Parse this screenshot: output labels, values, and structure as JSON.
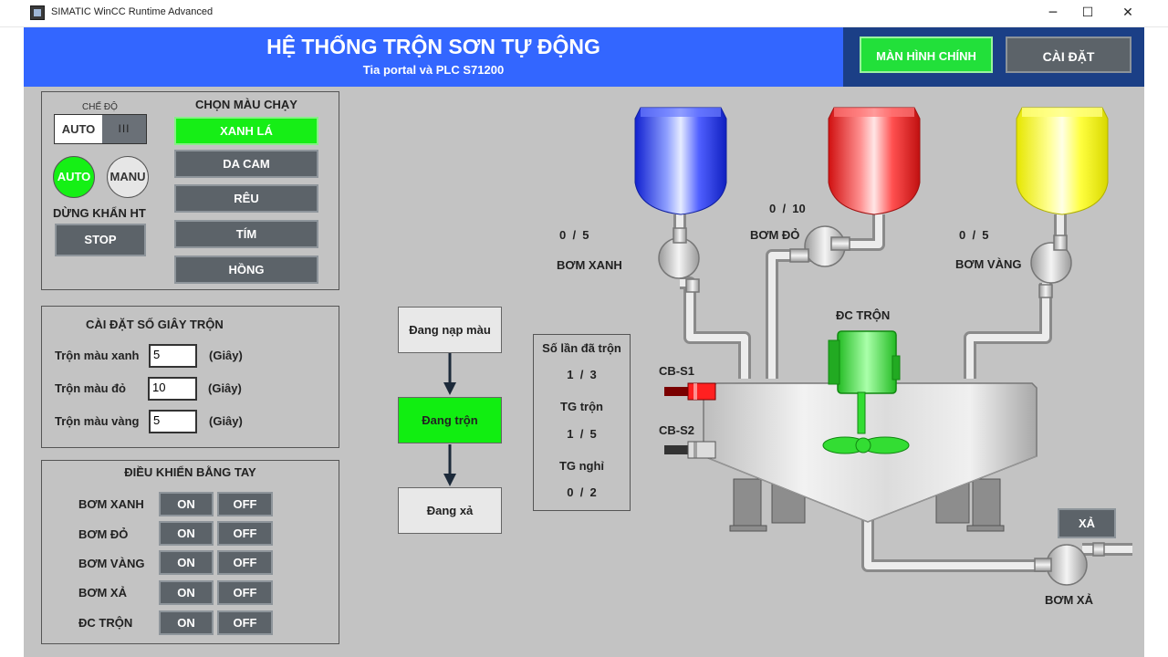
{
  "window": {
    "title": "SIMATIC WinCC Runtime Advanced",
    "minimize": "─",
    "maximize": "☐",
    "close": "✕"
  },
  "header": {
    "title": "HỆ THỐNG TRỘN SƠN TỰ ĐỘNG",
    "subtitle": "Tia portal và PLC S71200",
    "nav_main": "MÀN HÌNH CHÍNH",
    "nav_settings": "CÀI ĐẶT"
  },
  "mode_panel": {
    "mode_label": "CHẾ ĐỘ",
    "auto_switch": "AUTO",
    "switch_handle": "III",
    "auto_lamp": "AUTO",
    "manu_lamp": "MANU",
    "estop_label": "DỪNG KHẨN HT",
    "stop_button": "STOP",
    "color_title": "CHỌN MÀU CHẠY",
    "colors": [
      "XANH LÁ",
      "DA CAM",
      "RÊU",
      "TÍM",
      "HỒNG"
    ],
    "selected_color": "XANH LÁ"
  },
  "mix_time_panel": {
    "title": "CÀI ĐẶT SỐ GIÂY TRỘN",
    "unit": "(Giây)",
    "rows": [
      {
        "label": "Trộn màu xanh",
        "value": "5"
      },
      {
        "label": "Trộn màu đỏ",
        "value": "10"
      },
      {
        "label": "Trộn màu vàng",
        "value": "5"
      }
    ]
  },
  "manual_panel": {
    "title": "ĐIỀU KHIỂN BẰNG TAY",
    "on_label": "ON",
    "off_label": "OFF",
    "rows": [
      "BƠM XANH",
      "BƠM ĐỎ",
      "BƠM VÀNG",
      "BƠM XẢ",
      "ĐC TRỘN"
    ]
  },
  "process_flow": {
    "steps": [
      "Đang nạp màu",
      "Đang trộn",
      "Đang xả"
    ],
    "active_step": "Đang trộn"
  },
  "status_panel": {
    "count_label": "Số lần đã trộn",
    "count_value": "1  /  3",
    "mix_time_label": "TG trộn",
    "mix_time_value": "1  /  5",
    "rest_time_label": "TG nghỉ",
    "rest_time_value": "0  /  2"
  },
  "plant": {
    "pump_blue": {
      "label": "BƠM XANH",
      "counter": "0  /  5"
    },
    "pump_red": {
      "label": "BƠM ĐỎ",
      "counter": "0  /  10"
    },
    "pump_yellow": {
      "label": "BƠM VÀNG",
      "counter": "0  /  5"
    },
    "mixer_motor_label": "ĐC TRỘN",
    "sensor1_label": "CB-S1",
    "sensor2_label": "CB-S2",
    "drain_button": "XẢ",
    "drain_pump_label": "BƠM XẢ",
    "colors": {
      "blue": "#2b36ff",
      "red": "#ff2b2b",
      "yellow": "#ffff1a",
      "motor": "#33dd33",
      "active": "#11ee11"
    }
  }
}
